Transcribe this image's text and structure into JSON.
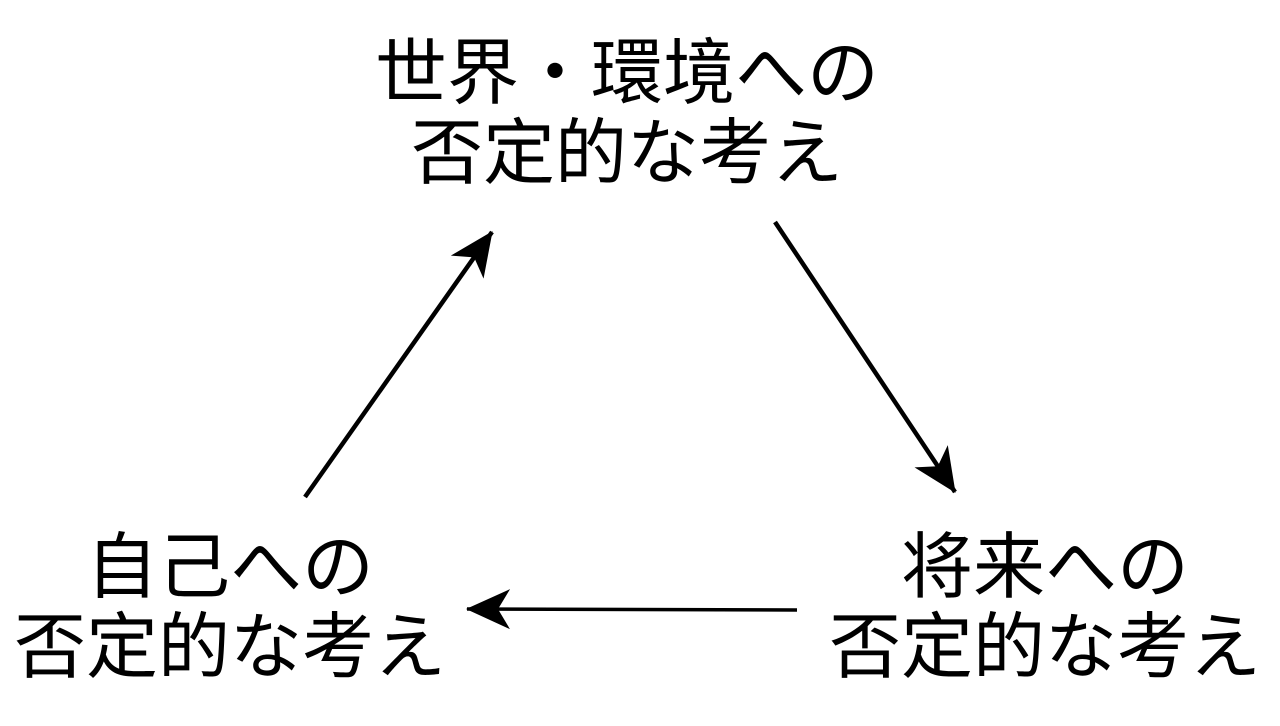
{
  "diagram": {
    "nodes": {
      "world": {
        "line1": "世界・環境への",
        "line2": "否定的な考え"
      },
      "future": {
        "line1": "将来への",
        "line2": "否定的な考え"
      },
      "self": {
        "line1": "自己への",
        "line2": "否定的な考え"
      }
    },
    "arrows": [
      {
        "from": "world",
        "to": "future"
      },
      {
        "from": "future",
        "to": "self"
      },
      {
        "from": "self",
        "to": "world"
      }
    ],
    "colors": {
      "text": "#000000",
      "line": "#000000",
      "background": "#ffffff"
    }
  }
}
